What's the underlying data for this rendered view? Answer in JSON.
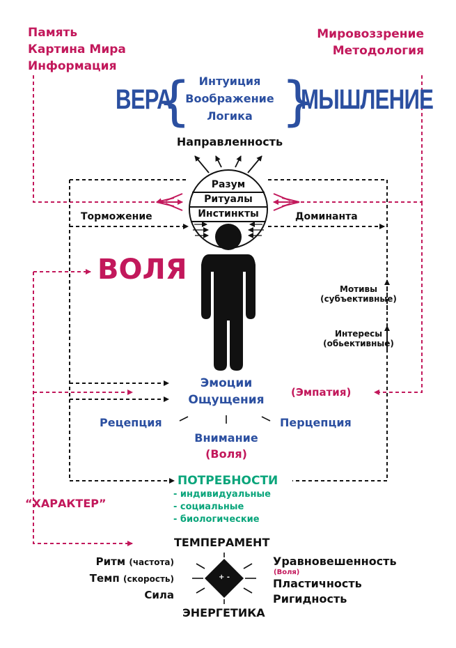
{
  "top_left": [
    "Память",
    "Картина Мира",
    "Информация"
  ],
  "top_right": [
    "Мировоззрение",
    "Методология"
  ],
  "vera": "ВЕРА",
  "myshlenie": "МЫШЛЕНИЕ",
  "brace_items": [
    "Интуиция",
    "Воображение",
    "Логика"
  ],
  "napravlennost": "Направленность",
  "head_levels": [
    "Разум",
    "Ритуалы",
    "Инстинкты"
  ],
  "tormozhenie": "Торможение",
  "dominanta": "Доминанта",
  "volya": "ВОЛЯ",
  "motivy": [
    "Мотивы",
    "(субъективные)"
  ],
  "interesy": [
    "Интересы",
    "(обьективные)"
  ],
  "emotions": [
    "Эмоции",
    "Ощущения"
  ],
  "empatiya": "(Эмпатия)",
  "recepciya": "Рецепция",
  "percepciya": "Перцепция",
  "vnimanie": "Внимание",
  "vnimanie_volya": "(Воля)",
  "potrebnosti_title": "ПОТРЕБНОСТИ",
  "potrebnosti_items": [
    "- индивидуальные",
    "- социальные",
    "- биологические"
  ],
  "harakter": "“ХАРАКТЕР”",
  "temperament": "ТЕМПЕРАМЕНТ",
  "left_traits": [
    {
      "main": "Ритм",
      "sub": "(частота)"
    },
    {
      "main": "Темп",
      "sub": "(скорость)"
    },
    {
      "main": "Сила",
      "sub": ""
    }
  ],
  "right_traits": [
    "Уравновешенность",
    "Пластичность",
    "Ригидность"
  ],
  "right_sub": "(Воля)",
  "energetika": "ЭНЕРГЕТИКА",
  "diamond_label": "+ -",
  "colors": {
    "magenta": "#c2185b",
    "blue": "#2b4fa0",
    "green": "#0aa57b",
    "black": "#111111"
  }
}
